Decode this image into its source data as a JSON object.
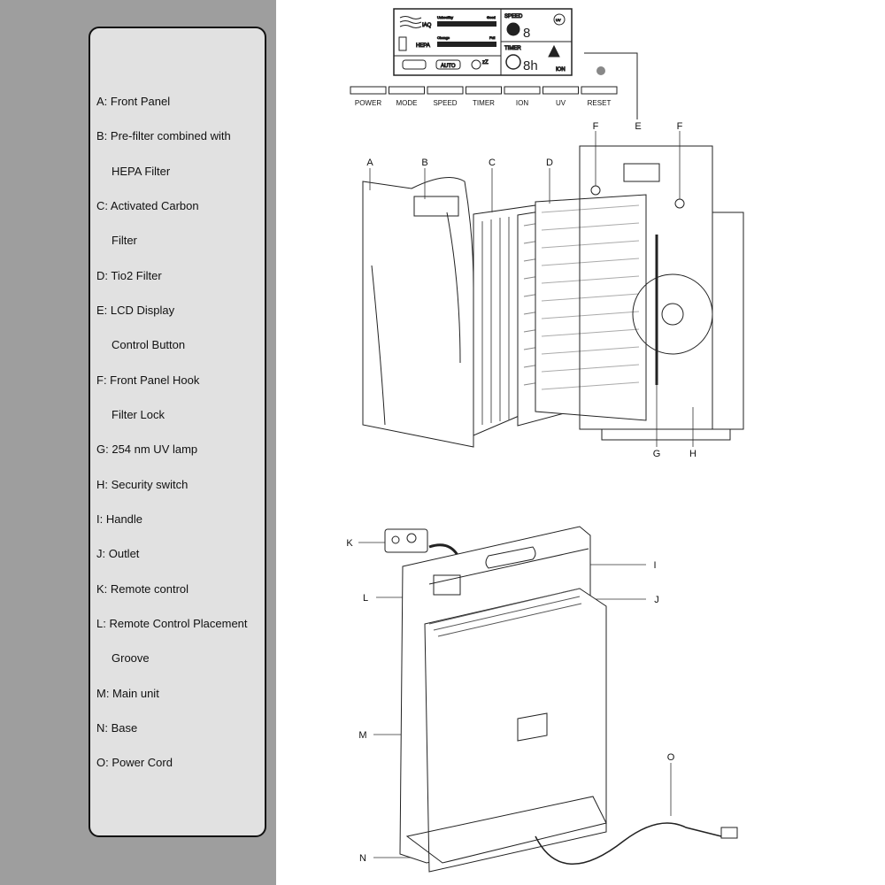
{
  "legend": [
    {
      "text": "A: Front Panel",
      "indent": false
    },
    {
      "text": "B: Pre-filter combined with",
      "indent": false
    },
    {
      "text": "HEPA Filter",
      "indent": true
    },
    {
      "text": "C:   Activated Carbon",
      "indent": false
    },
    {
      "text": "Filter",
      "indent": true
    },
    {
      "text": "D: Tio2 Filter",
      "indent": false
    },
    {
      "text": "E: LCD Display",
      "indent": false
    },
    {
      "text": "Control Button",
      "indent": true
    },
    {
      "text": "F: Front Panel Hook",
      "indent": false
    },
    {
      "text": "Filter Lock",
      "indent": true
    },
    {
      "text": "G: 254 nm UV lamp",
      "indent": false
    },
    {
      "text": "H: Security switch",
      "indent": false
    },
    {
      "text": "I: Handle",
      "indent": false
    },
    {
      "text": "J: Outlet",
      "indent": false
    },
    {
      "text": "K: Remote control",
      "indent": false
    },
    {
      "text": "L: Remote Control Placement",
      "indent": false
    },
    {
      "text": "Groove",
      "indent": true
    },
    {
      "text": "M: Main unit",
      "indent": false
    },
    {
      "text": "N: Base",
      "indent": false
    },
    {
      "text": "O: Power Cord",
      "indent": false
    }
  ],
  "lcd": {
    "iaq": "IAQ",
    "unhealthy": "Unhealthy",
    "good": "Good",
    "hepa": "HEPA",
    "change": "Change",
    "full": "Full",
    "speed": "SPEED",
    "timer": "TIMER",
    "timer_unit": "8h",
    "digit": "8",
    "ion": "ION",
    "uv": "UV",
    "auto": "AUTO",
    "sleep": "zZ"
  },
  "buttons": [
    "POWER",
    "MODE",
    "SPEED",
    "TIMER",
    "ION",
    "UV",
    "RESET"
  ],
  "labels": {
    "A": "A",
    "B": "B",
    "C": "C",
    "D": "D",
    "E": "E",
    "F": "F",
    "G": "G",
    "H": "H",
    "I": "I",
    "J": "J",
    "K": "K",
    "L": "L",
    "M": "M",
    "N": "N",
    "O": "O"
  }
}
